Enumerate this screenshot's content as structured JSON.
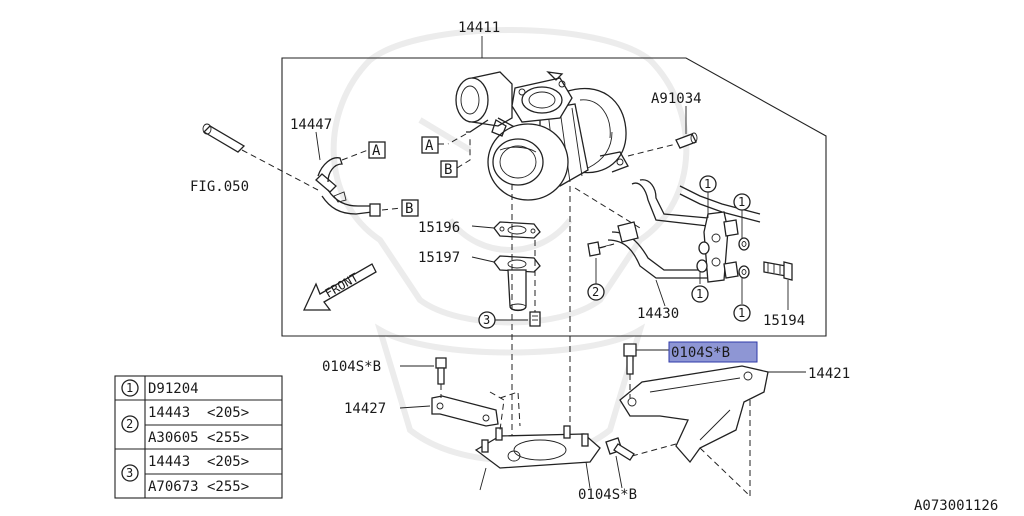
{
  "diagram": {
    "reference_id": "A073001126",
    "front_label": "FRONT",
    "callouts": {
      "p14411": "14411",
      "p14447": "14447",
      "fig050": "FIG.050",
      "a91034": "A91034",
      "p15196": "15196",
      "p15197": "15197",
      "p14430": "14430",
      "p15194": "15194",
      "p14421": "14421",
      "p14427": "14427",
      "bolt_left": "0104S*B",
      "bolt_highlighted": "0104S*B",
      "bolt_bottom": "0104S*B"
    },
    "ref_tags": {
      "a": "A",
      "b": "B"
    },
    "circle_numbers": {
      "one": "1",
      "two": "2",
      "three": "3"
    },
    "legend": [
      {
        "key": "1",
        "lines": [
          "D91204"
        ]
      },
      {
        "key": "2",
        "lines": [
          "14443  <205>",
          "A30605 <255>"
        ]
      },
      {
        "key": "3",
        "lines": [
          "14443  <205>",
          "A70673 <255>"
        ]
      }
    ]
  }
}
